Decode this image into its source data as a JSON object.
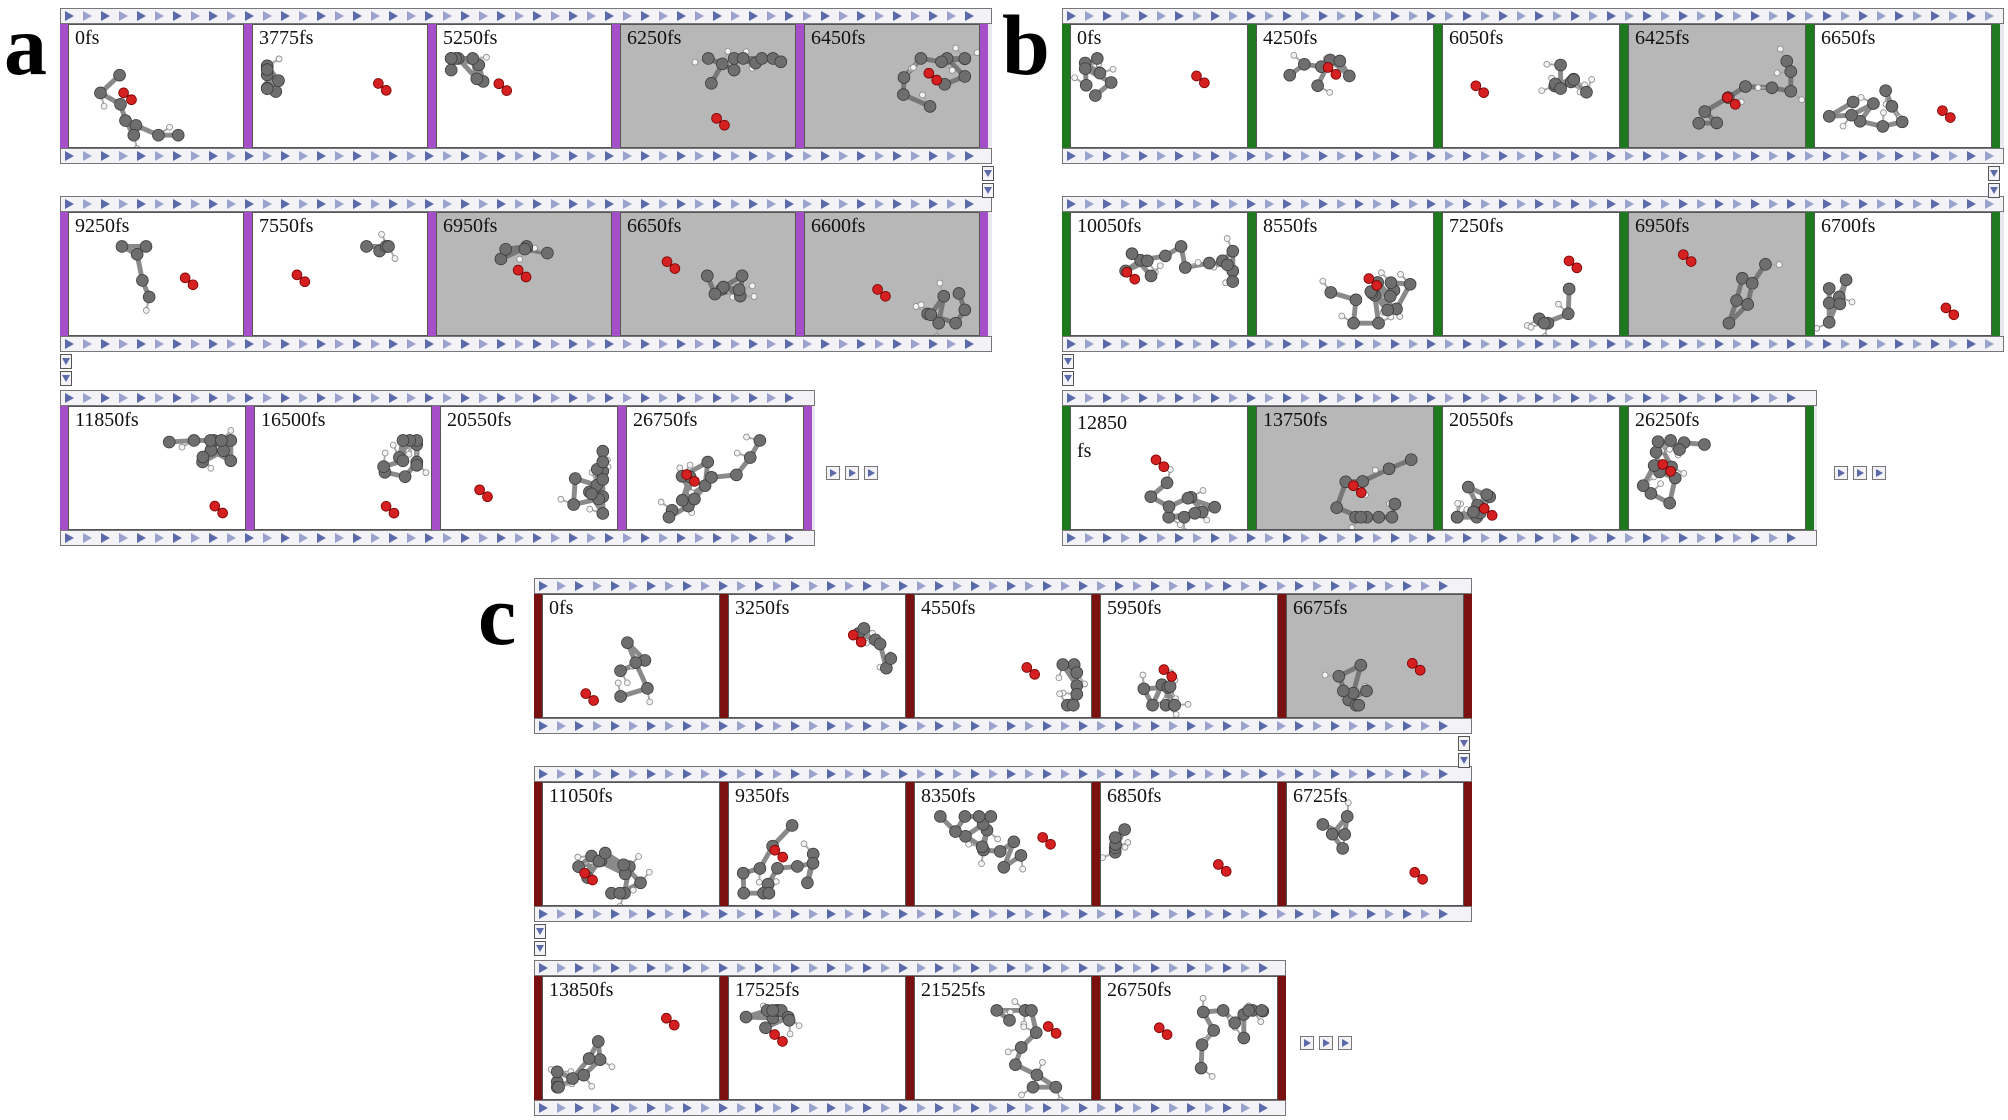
{
  "panels": [
    {
      "letter": "a",
      "side_color": "#a64ec8",
      "letter_pos": "a",
      "rows": [
        {
          "frames": [
            {
              "label": "0fs",
              "bg": "white"
            },
            {
              "label": "3775fs",
              "bg": "white"
            },
            {
              "label": "5250fs",
              "bg": "white"
            },
            {
              "label": "6250fs",
              "bg": "gray"
            },
            {
              "label": "6450fs",
              "bg": "gray"
            }
          ]
        },
        {
          "frames": [
            {
              "label": "9250fs",
              "bg": "white"
            },
            {
              "label": "7550fs",
              "bg": "white"
            },
            {
              "label": "6950fs",
              "bg": "gray"
            },
            {
              "label": "6650fs",
              "bg": "gray"
            },
            {
              "label": "6600fs",
              "bg": "gray"
            }
          ]
        },
        {
          "frames": [
            {
              "label": "11850fs",
              "bg": "white"
            },
            {
              "label": "16500fs",
              "bg": "white"
            },
            {
              "label": "20550fs",
              "bg": "white"
            },
            {
              "label": "26750fs",
              "bg": "white"
            }
          ]
        }
      ]
    },
    {
      "letter": "b",
      "side_color": "#1f7a1f",
      "rows": [
        {
          "frames": [
            {
              "label": "0fs",
              "bg": "white"
            },
            {
              "label": "4250fs",
              "bg": "white"
            },
            {
              "label": "6050fs",
              "bg": "white"
            },
            {
              "label": "6425fs",
              "bg": "gray"
            },
            {
              "label": "6650fs",
              "bg": "white"
            }
          ]
        },
        {
          "frames": [
            {
              "label": "10050fs",
              "bg": "white"
            },
            {
              "label": "8550fs",
              "bg": "white"
            },
            {
              "label": "7250fs",
              "bg": "white"
            },
            {
              "label": "6950fs",
              "bg": "gray"
            },
            {
              "label": "6700fs",
              "bg": "white"
            }
          ]
        },
        {
          "frames": [
            {
              "label": "12850 fs",
              "bg": "white",
              "wrap": true
            },
            {
              "label": "13750fs",
              "bg": "gray"
            },
            {
              "label": "20550fs",
              "bg": "white"
            },
            {
              "label": "26250fs",
              "bg": "white"
            }
          ]
        }
      ]
    },
    {
      "letter": "c",
      "side_color": "#7a1010",
      "rows": [
        {
          "frames": [
            {
              "label": "0fs",
              "bg": "white"
            },
            {
              "label": "3250fs",
              "bg": "white"
            },
            {
              "label": "4550fs",
              "bg": "white"
            },
            {
              "label": "5950fs",
              "bg": "white"
            },
            {
              "label": "6675fs",
              "bg": "gray"
            }
          ]
        },
        {
          "frames": [
            {
              "label": "11050fs",
              "bg": "white"
            },
            {
              "label": "9350fs",
              "bg": "white"
            },
            {
              "label": "8350fs",
              "bg": "white"
            },
            {
              "label": "6850fs",
              "bg": "white"
            },
            {
              "label": "6725fs",
              "bg": "white"
            }
          ]
        },
        {
          "frames": [
            {
              "label": "13850fs",
              "bg": "white"
            },
            {
              "label": "17525fs",
              "bg": "white"
            },
            {
              "label": "21525fs",
              "bg": "white"
            },
            {
              "label": "26750fs",
              "bg": "white"
            }
          ]
        }
      ]
    }
  ],
  "atom_colors": {
    "carbon": "#6e6e6e",
    "oxygen": "#d42020",
    "hydrogen": "#f2f2f2"
  }
}
